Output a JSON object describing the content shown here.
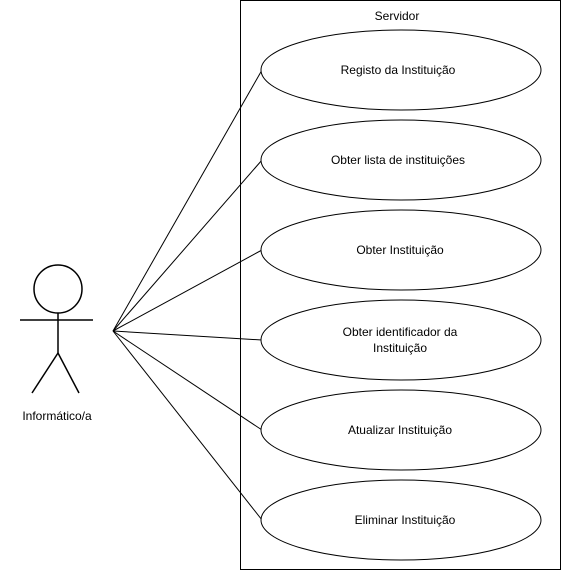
{
  "system": {
    "title": "Servidor"
  },
  "actor": {
    "label": "Informático/a"
  },
  "use_cases": [
    {
      "lines": [
        "Registo da Instituição"
      ]
    },
    {
      "lines": [
        "Obter lista de instituições"
      ]
    },
    {
      "lines": [
        "Obter Instituição"
      ]
    },
    {
      "lines": [
        "Obter identificador da",
        "Instituição"
      ]
    },
    {
      "lines": [
        "Atualizar Instituição"
      ]
    },
    {
      "lines": [
        "Eliminar Instituição"
      ]
    }
  ],
  "colors": {
    "stroke": "#000000",
    "fill": "#ffffff",
    "text": "#000000"
  }
}
